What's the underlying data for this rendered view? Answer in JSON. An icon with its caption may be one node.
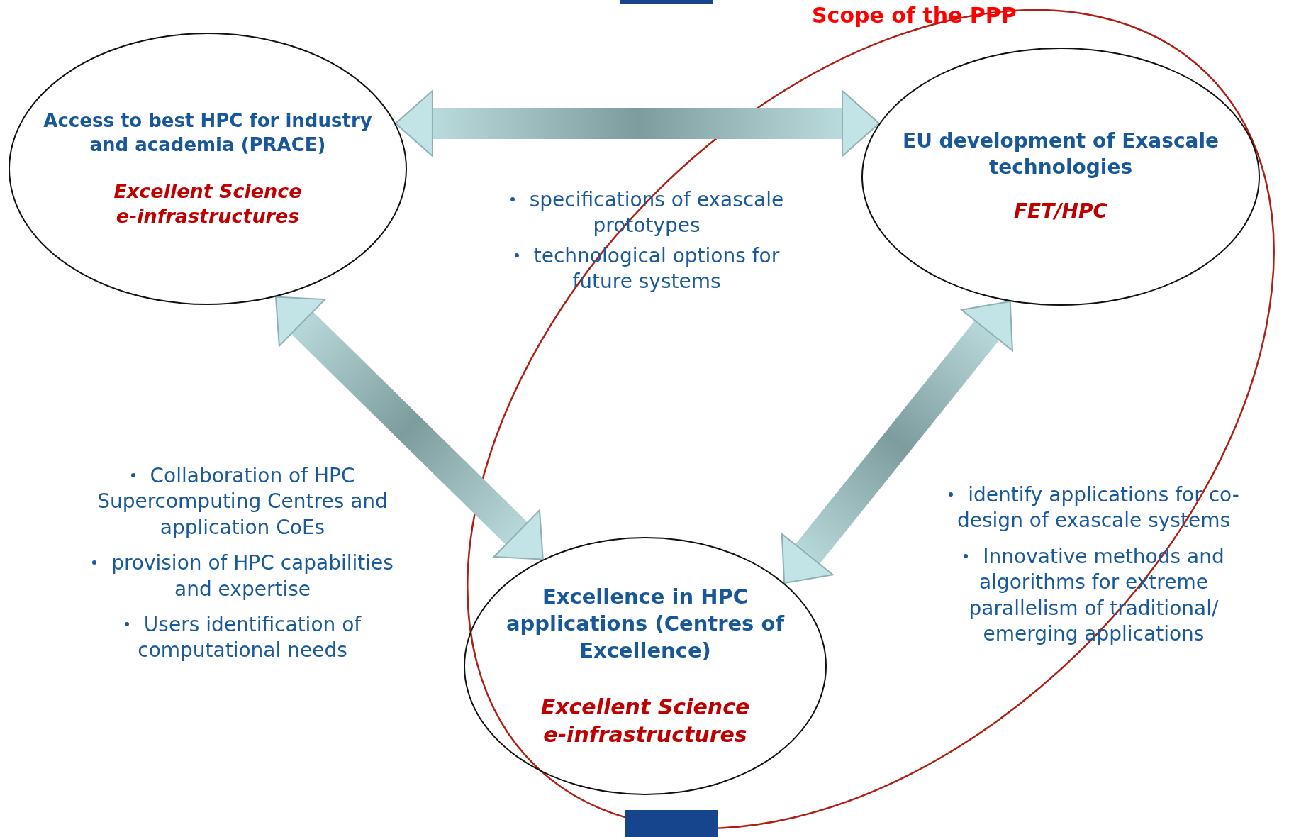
{
  "diagram": {
    "nodes": [
      {
        "text": [
          "Access to best HPC for industry and academia (PRACE)",
          "Excellent Science e-infrastructures"
        ]
      },
      {
        "text": [
          "EU development of Exascale technologies",
          "FET/HPC"
        ]
      },
      {
        "text": [
          "Excellence in HPC applications (Centres of Excellence)",
          "Excellent Science e-infrastructures"
        ]
      },
      {
        "text": [],
        "shape": "bar"
      },
      {
        "text": [],
        "shape": "bar"
      }
    ],
    "edges": [
      {
        "from": 0,
        "to": 1,
        "arrow": "both"
      },
      {
        "from": 0,
        "to": 2,
        "arrow": "both"
      },
      {
        "from": 1,
        "to": 2,
        "arrow": "both"
      }
    ],
    "labels": [
      "Scope of the PPP",
      "specifications of exascale prototypes",
      "technological options for future systems",
      "Collaboration of HPC Supercomputing Centres and application CoEs",
      "provision of HPC capabilities and expertise",
      "Users identification  of computational needs",
      "identify applications for co-design of exascale systems",
      "Innovative methods and algorithms for extreme parallelism of traditional/ emerging applications"
    ]
  }
}
